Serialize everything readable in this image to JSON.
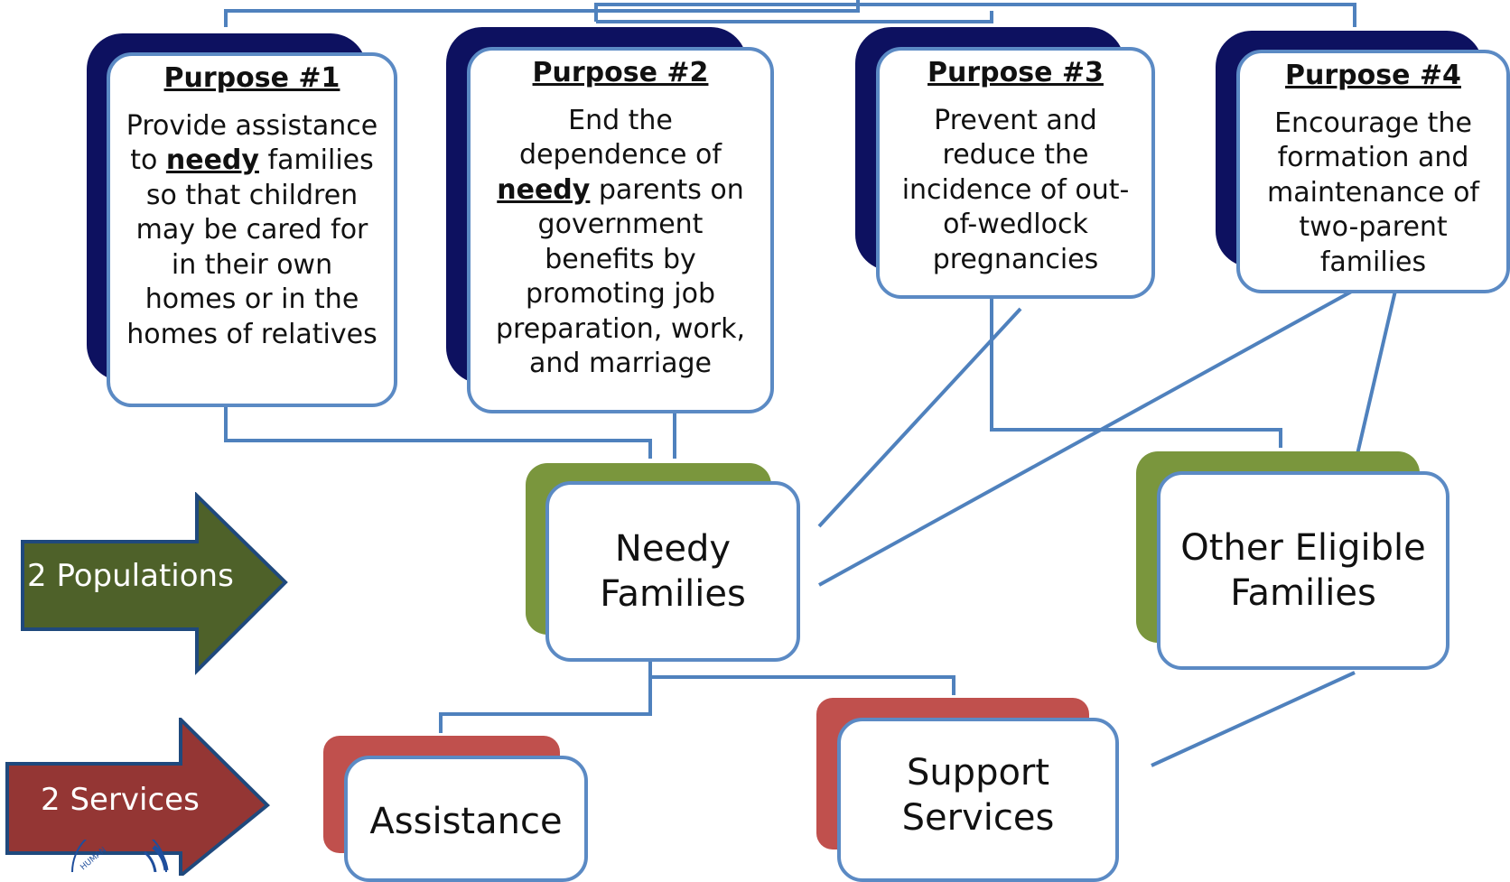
{
  "purposes": [
    {
      "title": "Purpose #1",
      "body": [
        "Provide assistance to ",
        {
          "em": "needy"
        },
        " families so that children may be cared for in their own homes or in the homes of relatives"
      ]
    },
    {
      "title": "Purpose #2",
      "body": [
        "End the dependence of ",
        {
          "em": "needy"
        },
        " parents on government benefits by promoting job preparation, work, and marriage"
      ]
    },
    {
      "title": "Purpose #3",
      "body": [
        "Prevent and reduce the incidence of out-of-wedlock pregnancies"
      ]
    },
    {
      "title": "Purpose #4",
      "body": [
        "Encourage the formation and maintenance of two-parent families"
      ]
    }
  ],
  "populations": {
    "arrow_label": "2 Populations",
    "needy": "Needy Families",
    "other": "Other Eligible Families"
  },
  "services": {
    "arrow_label": "2 Services",
    "assistance": "Assistance",
    "support": "Support Services"
  },
  "seal_text": "HUMAN",
  "colors": {
    "card_border": "#5b8ac4",
    "purpose_shadow": "#0d1160",
    "population_shadow": "#7a963d",
    "service_shadow": "#c0504d",
    "populations_arrow": "#4e6129",
    "services_arrow": "#943634",
    "connector": "#4f81bd"
  }
}
